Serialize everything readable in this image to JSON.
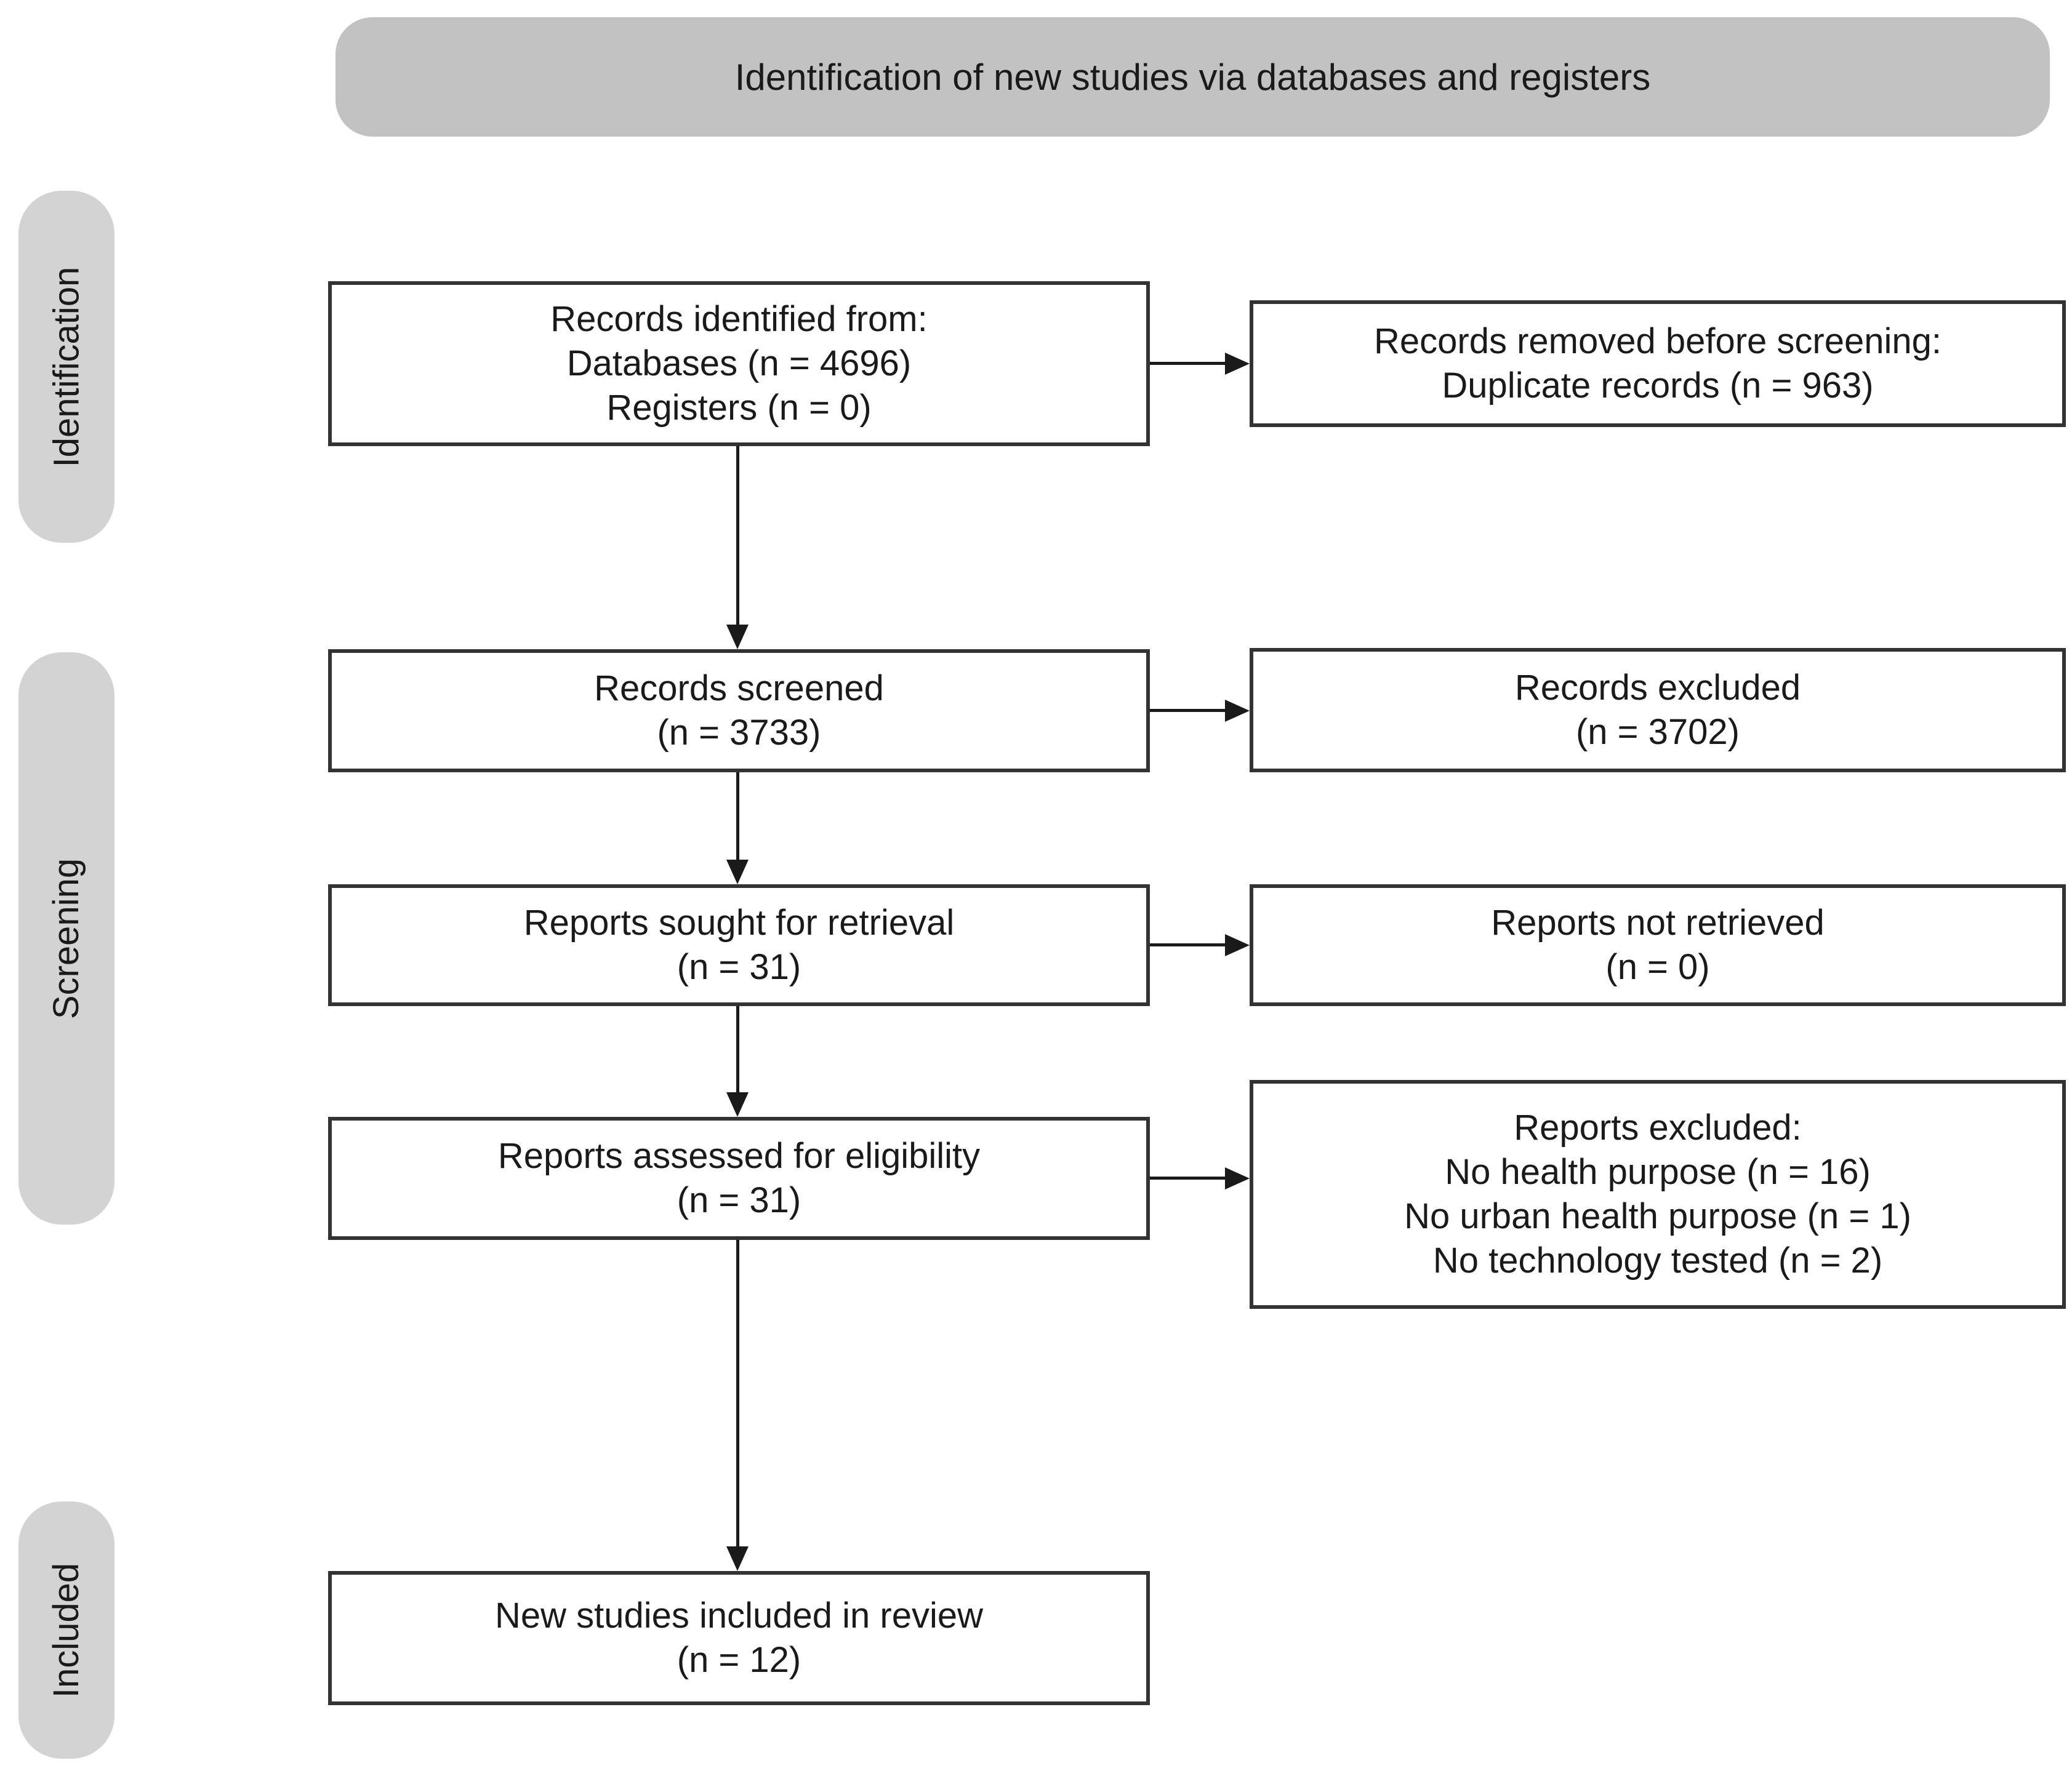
{
  "colors": {
    "header_fill": "#c2c2c2",
    "stage_fill": "#d3d3d3",
    "box_border": "#333333",
    "arrow": "#1a1a1a",
    "text": "#1a1a1a",
    "box_fill": "#ffffff",
    "background": "#ffffff"
  },
  "header": {
    "label": "Identification of new studies via databases and registers"
  },
  "stages": {
    "identification": "Identification",
    "screening": "Screening",
    "included": "Included"
  },
  "boxes": {
    "identified": {
      "lines": [
        "Records identified from:",
        "Databases (n = 4696)",
        "Registers (n = 0)"
      ]
    },
    "removed": {
      "lines": [
        "Records removed before screening:",
        "Duplicate records (n = 963)"
      ]
    },
    "screened": {
      "lines": [
        "Records screened",
        "(n = 3733)"
      ]
    },
    "excluded": {
      "lines": [
        "Records excluded",
        "(n = 3702)"
      ]
    },
    "sought": {
      "lines": [
        "Reports sought for retrieval",
        "(n = 31)"
      ]
    },
    "not_retrieved": {
      "lines": [
        "Reports not retrieved",
        "(n = 0)"
      ]
    },
    "assessed": {
      "lines": [
        "Reports assessed for eligibility",
        "(n = 31)"
      ]
    },
    "reports_excluded": {
      "lines": [
        "Reports excluded:",
        "No health purpose (n = 16)",
        "No urban health purpose (n = 1)",
        "No technology tested (n = 2)"
      ]
    },
    "included_review": {
      "lines": [
        "New studies included in review",
        "(n = 12)"
      ]
    }
  }
}
